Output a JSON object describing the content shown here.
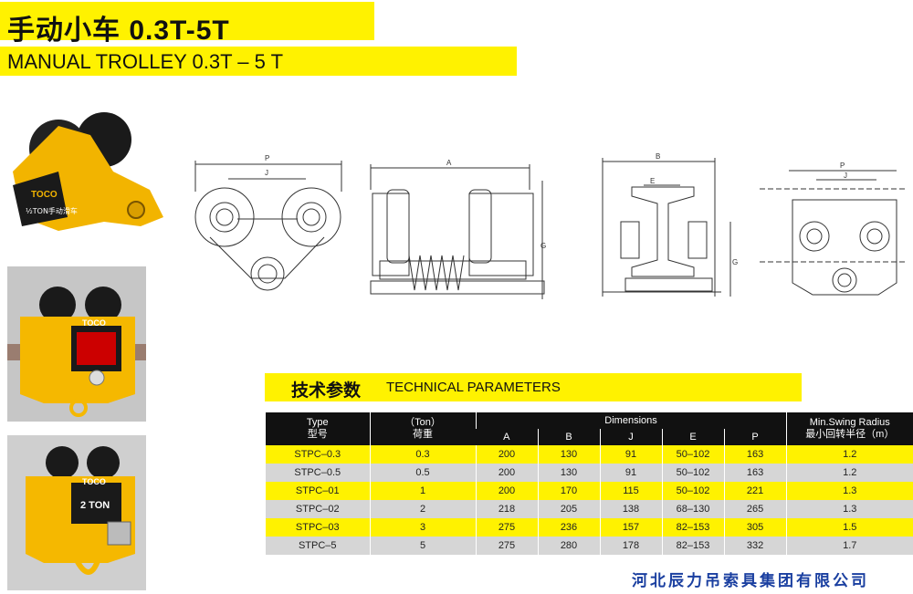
{
  "header": {
    "title_zh": "手动小车 0.3T-5T",
    "title_en": "MANUAL TROLLEY 0.3T – 5 T"
  },
  "photos": {
    "photo1_brand": "TOCO",
    "photo1_label": "½TON手动滑车",
    "photo2_brand": "TOCO",
    "photo3_brand": "TOCO",
    "photo3_label": "2 TON"
  },
  "drawings": {
    "d1_p": "P",
    "d1_j": "J",
    "d2_a": "A",
    "d2_g": "G",
    "d3_b": "B",
    "d3_e": "E",
    "d3_g": "G",
    "d4_p": "P",
    "d4_j": "J"
  },
  "tech": {
    "title_zh": "技术参数",
    "title_en": "TECHNICAL PARAMETERS"
  },
  "table": {
    "type_en": "Type",
    "type_zh": "型号",
    "ton_en": "（Ton）",
    "ton_zh": "荷重",
    "dimensions": "Dimensions",
    "radius_en": "Min.Swing Radius",
    "radius_zh": "最小回转半径（m）",
    "dim_cols": [
      "A",
      "B",
      "J",
      "E",
      "P"
    ],
    "rows": [
      [
        "STPC–0.3",
        "0.3",
        "200",
        "130",
        "91",
        "50–102",
        "163",
        "1.2"
      ],
      [
        "STPC–0.5",
        "0.5",
        "200",
        "130",
        "91",
        "50–102",
        "163",
        "1.2"
      ],
      [
        "STPC–01",
        "1",
        "200",
        "170",
        "115",
        "50–102",
        "221",
        "1.3"
      ],
      [
        "STPC–02",
        "2",
        "218",
        "205",
        "138",
        "68–130",
        "265",
        "1.3"
      ],
      [
        "STPC–03",
        "3",
        "275",
        "236",
        "157",
        "82–153",
        "305",
        "1.5"
      ],
      [
        "STPC–5",
        "5",
        "275",
        "280",
        "178",
        "82–153",
        "332",
        "1.7"
      ]
    ]
  },
  "footer": {
    "company": "河北辰力吊索具集团有限公司"
  },
  "colors": {
    "accent_yellow": "#fff200",
    "header_black": "#111111",
    "row_grey": "#d6d6d6",
    "company_blue": "#1a3fa0"
  }
}
